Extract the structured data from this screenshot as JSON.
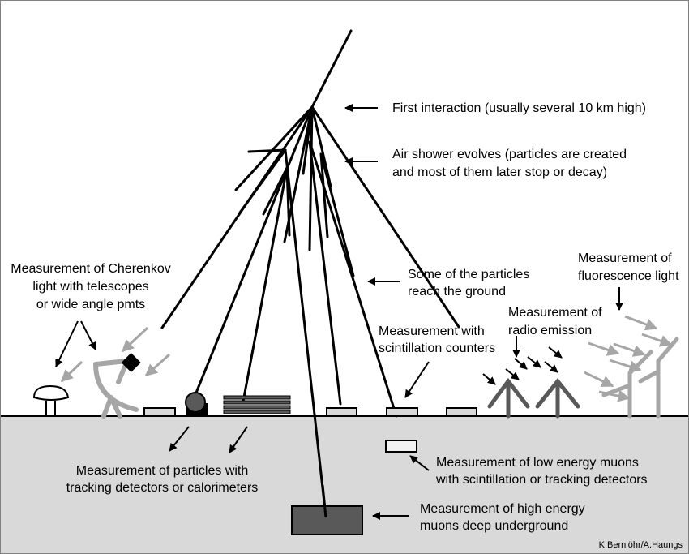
{
  "diagram": {
    "labels": {
      "first_interaction": "First interaction (usually several 10 km high)",
      "shower_line1": "Air shower evolves (particles are created",
      "shower_line2": "and most of them later stop or decay)",
      "ground_line1": "Some of the particles",
      "ground_line2": "reach the ground",
      "cherenkov_line1": "Measurement of Cherenkov",
      "cherenkov_line2": "light with telescopes",
      "cherenkov_line3": "or wide angle pmts",
      "fluor_line1": "Measurement of",
      "fluor_line2": "fluorescence light",
      "radio_line1": "Measurement of",
      "radio_line2": "radio emission",
      "scint_line1": "Measurement with",
      "scint_line2": "scintillation counters",
      "tracking_line1": "Measurement of particles with",
      "tracking_line2": "tracking detectors or calorimeters",
      "lowmuon_line1": "Measurement of low energy muons",
      "lowmuon_line2": "with scintillation or tracking detectors",
      "highmuon_line1": "Measurement of high energy",
      "highmuon_line2": "muons deep underground",
      "credit": "K.Bernlöhr/A.Haungs"
    },
    "colors": {
      "sky": "#ffffff",
      "ground": "#d9d9d9",
      "line": "#000000",
      "detector_fill": "#d9d9d9",
      "dark_detector": "#595959",
      "gray_element": "#a6a6a6"
    }
  }
}
